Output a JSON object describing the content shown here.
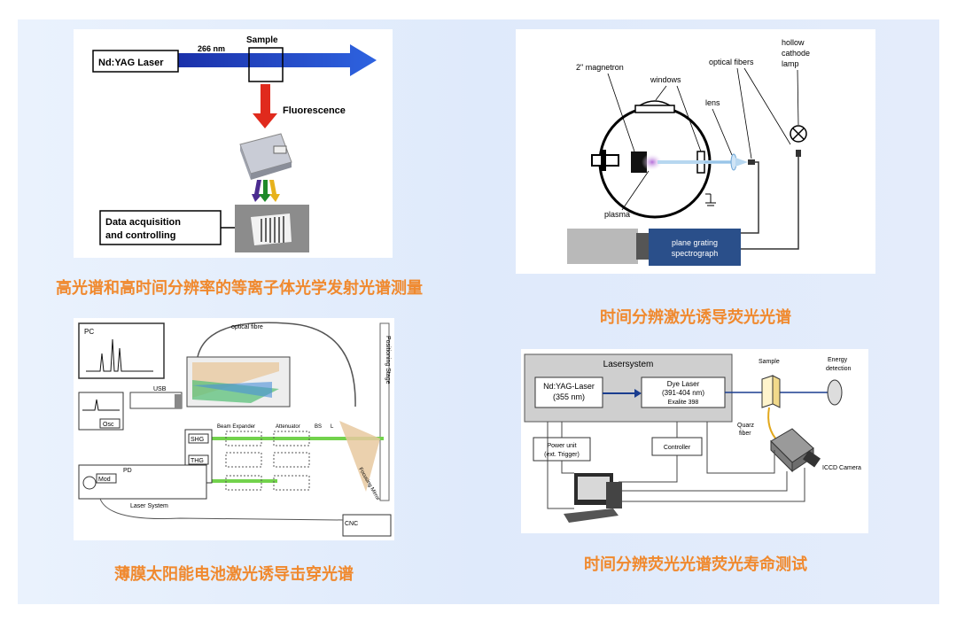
{
  "captions": {
    "tl": "高光谱和高时间分辨率的等离子体光学发射光谱测量",
    "tr": "时间分辨激光诱导荧光光谱",
    "bl": "薄膜太阳能电池激光诱导击穿光谱",
    "br": "时间分辨荧光光谱荧光寿命测试"
  },
  "fig1": {
    "laser": "Nd:YAG Laser",
    "wavelength": "266 nm",
    "sample": "Sample",
    "fluorescence": "Fluorescence",
    "daq_line1": "Data acquisition",
    "daq_line2": "and controlling"
  },
  "fig2": {
    "magnetron": "2\" magnetron",
    "windows": "windows",
    "lens": "lens",
    "optical_fibers": "optical fibers",
    "lamp_line1": "hollow",
    "lamp_line2": "cathode",
    "lamp_line3": "lamp",
    "plasma": "plasma",
    "spec_line1": "plane grating",
    "spec_line2": "spectrograph"
  },
  "fig3": {
    "pc": "PC",
    "optical_fibre": "optical fibre",
    "usb": "USB",
    "osc": "Osc",
    "shg": "SHG",
    "thg": "THG",
    "beam_expander": "Beam Expander",
    "attenuator": "Attenuator",
    "bs": "BS",
    "l": "L",
    "positioning_stage": "Positioning Stage",
    "pd": "PD",
    "mod": "Mod",
    "laser_system": "Laser System",
    "focusing_mirror": "Focusing Mirror",
    "cnc": "CNC"
  },
  "fig4": {
    "lasersystem": "Lasersystem",
    "ndyag_line1": "Nd:YAG-Laser",
    "ndyag_line2": "(355 nm)",
    "dye_line1": "Dye Laser",
    "dye_line2": "(391-404 nm)",
    "dye_line3": "Exalite 398",
    "sample": "Sample",
    "energy_line1": "Energy",
    "energy_line2": "detection",
    "power_line1": "Power unit",
    "power_line2": "(ext. Trigger)",
    "controller": "Controller",
    "quarz_line1": "Quarz",
    "quarz_line2": "fiber",
    "iccd": "ICCD Camera"
  }
}
